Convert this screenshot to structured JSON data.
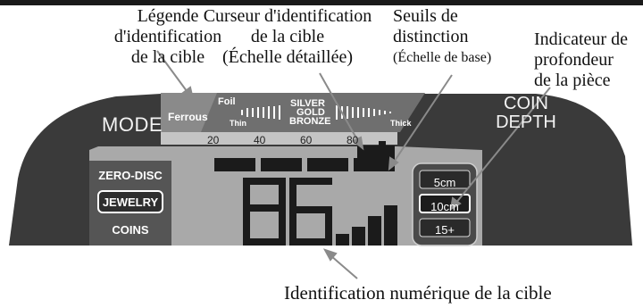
{
  "callouts": {
    "legend": [
      "Légende",
      "d'identification",
      "de la cible"
    ],
    "cursor": [
      "Curseur d'identification",
      "de la cible",
      "(Échelle détaillée)"
    ],
    "thresholds": [
      "Seuils de",
      "distinction",
      "(Échelle de base)"
    ],
    "depth": [
      "Indicateur de",
      "profondeur",
      "de la pièce"
    ],
    "numeric_id": "Identification numérique de la cible"
  },
  "display": {
    "mode_label": "MODE",
    "coin_depth_label": [
      "COIN",
      "DEPTH"
    ],
    "legend_text": {
      "ferrous": "Ferrous",
      "foil": "Foil",
      "thin": "Thin",
      "silver": "SILVER",
      "gold": "GOLD",
      "bronze": "BRONZE",
      "thick": "Thick"
    },
    "scale_ticks": [
      "20",
      "40",
      "60",
      "80"
    ],
    "modes": [
      "ZERO-DISC",
      "JEWELRY",
      "COINS"
    ],
    "selected_mode": "JEWELRY",
    "depth_options": [
      "5cm",
      "10cm",
      "15+"
    ],
    "selected_depth": "10cm",
    "numeric_id_value": "86",
    "signal_bars": 4,
    "colors": {
      "housing": "#3a3a3a",
      "lcd": "#a8a8a8",
      "segment": "#1a1a1a",
      "legend_band": "#707070"
    }
  }
}
